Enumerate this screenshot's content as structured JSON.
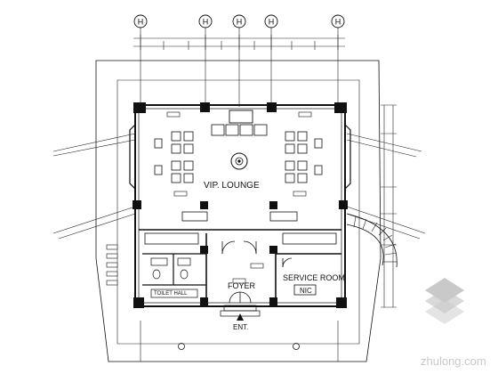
{
  "grid_bubbles": [
    "H",
    "H",
    "H",
    "H",
    "H"
  ],
  "rooms": {
    "vip_lounge": "VIP. LOUNGE",
    "foyer": "FOYER",
    "service_room": "SERVICE ROOM",
    "service_room_tag": "NIC",
    "toilet_hall": "TOILET HALL",
    "entrance": "ENT."
  },
  "watermark": {
    "site": "zhulong.com"
  }
}
